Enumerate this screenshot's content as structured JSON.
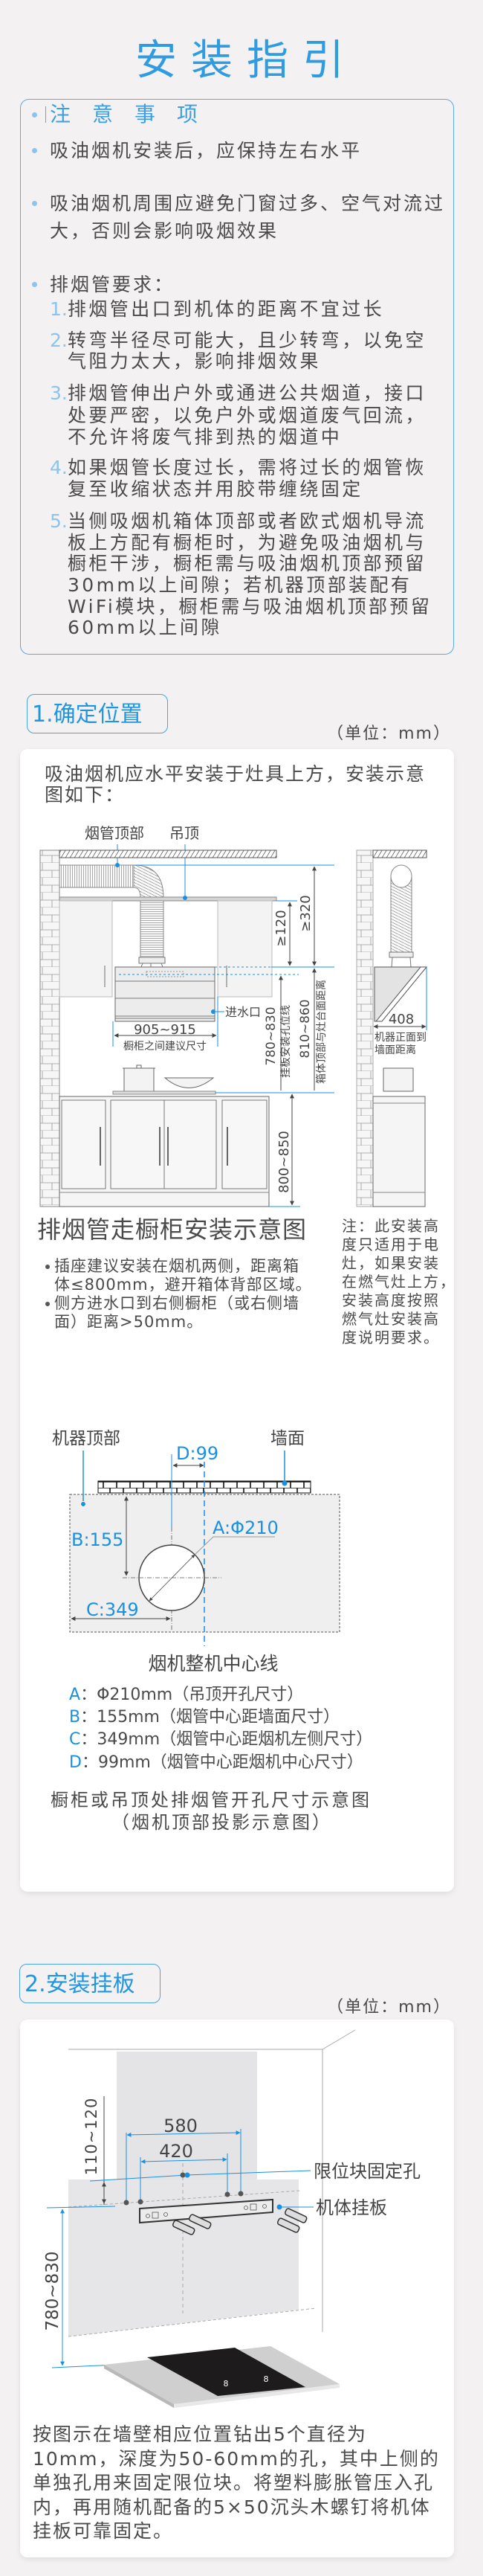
{
  "page": {
    "title": "安装指引"
  },
  "notice": {
    "heading": "注意事项",
    "items": [
      {
        "lines": [
          "吸油烟机安装后，应保持左右水平"
        ]
      },
      {
        "lines": [
          "吸油烟机周围应避免门窗过多、空气对流过",
          "大，否则会影响吸烟效果"
        ]
      },
      {
        "lines": [
          "排烟管要求："
        ]
      }
    ],
    "sub": [
      {
        "num": "1.",
        "lines": [
          "排烟管出口到机体的距离不宜过长"
        ]
      },
      {
        "num": "2.",
        "lines": [
          "转弯半径尽可能大，且少转弯，以免空",
          "气阻力太大，影响排烟效果"
        ]
      },
      {
        "num": "3.",
        "lines": [
          "排烟管伸出户外或通进公共烟道，接口",
          "处要严密，以免户外或烟道废气回流，",
          "不允许将废气排到热的烟道中"
        ]
      },
      {
        "num": "4.",
        "lines": [
          "如果烟管长度过长，需将过长的烟管恢",
          "复至收缩状态并用胶带缠绕固定"
        ]
      },
      {
        "num": "5.",
        "lines": [
          "当侧吸烟机箱体顶部或者欧式烟机导流",
          "板上方配有橱柜时，为避免吸油烟机与",
          "橱柜干涉，橱柜需与吸油烟机顶部预留",
          "30mm以上间隙；若机器顶部装配有",
          "WiFi模块，橱柜需与吸油烟机顶部预留",
          "60mm以上间隙"
        ]
      }
    ]
  },
  "section1": {
    "label": "1.确定位置",
    "unit": "（单位：mm）",
    "intro": [
      "吸油烟机应水平安装于灶具上方，安装示意",
      "图如下："
    ],
    "diagram": {
      "duct_top": "烟管顶部",
      "ceiling": "吊顶",
      "min120": "≥120",
      "min320": "≥320",
      "water_inlet": "进水口",
      "cabinet_gap": "905~915",
      "cabinet_gap_label": "橱柜之间建议尺寸",
      "plate_height": "780~830",
      "plate_height_label": "挂板安装孔位线",
      "box_height": "810~860",
      "box_height_label": "箱体顶部与灶台面距离",
      "counter_height": "800~850",
      "depth": "408",
      "depth_label_1": "机器正面到",
      "depth_label_2": "墙面距离"
    },
    "caption": "排烟管走橱柜安装示意图",
    "bullets": [
      [
        "插座建议安装在烟机两侧，距离箱",
        "体≤800mm，避开箱体背部区域。"
      ],
      [
        "侧方进水口到右侧橱柜（或右侧墙",
        "面）距离>50mm。"
      ]
    ],
    "note": [
      "注：此安装高",
      "度只适用于电",
      "灶，如果安装",
      "在燃气灶上方，",
      "安装高度按照",
      "燃气灶安装高",
      "度说明要求。"
    ],
    "hole": {
      "machine_top": "机器顶部",
      "wall": "墙面",
      "d": "D:99",
      "a": "A:Φ210",
      "b": "B:155",
      "c": "C:349",
      "center_line": "烟机整机中心线"
    },
    "legend": [
      {
        "key": "A",
        "text": "：Φ210mm（吊顶开孔尺寸）"
      },
      {
        "key": "B",
        "text": "：155mm（烟管中心距墙面尺寸）"
      },
      {
        "key": "C",
        "text": "：349mm（烟管中心距烟机左侧尺寸）"
      },
      {
        "key": "D",
        "text": "：99mm（烟管中心距烟机中心尺寸）"
      }
    ],
    "hole_caption": [
      "橱柜或吊顶处排烟管开孔尺寸示意图",
      "（烟机顶部投影示意图）"
    ]
  },
  "section2": {
    "label": "2.安装挂板",
    "unit": "（单位：mm）",
    "diagram": {
      "top_gap": "110~120",
      "w580": "580",
      "w420": "420",
      "limit_hole": "限位块固定孔",
      "plate": "机体挂板",
      "height": "780~830",
      "burner_1": "8",
      "burner_2": "8"
    },
    "paragraph": [
      "按图示在墙壁相应位置钻出5个直径为",
      "10mm，深度为50-60mm的孔，其中上侧的",
      "单独孔用来固定限位块。将塑料膨胀管压入孔",
      "内，再用随机配备的5×50沉头木螺钉将机体",
      "挂板可靠固定。"
    ]
  },
  "colors": {
    "accent": "#2f9be0",
    "text": "#4a4a4a",
    "background": "#f3f1f1",
    "card": "#ffffff"
  }
}
